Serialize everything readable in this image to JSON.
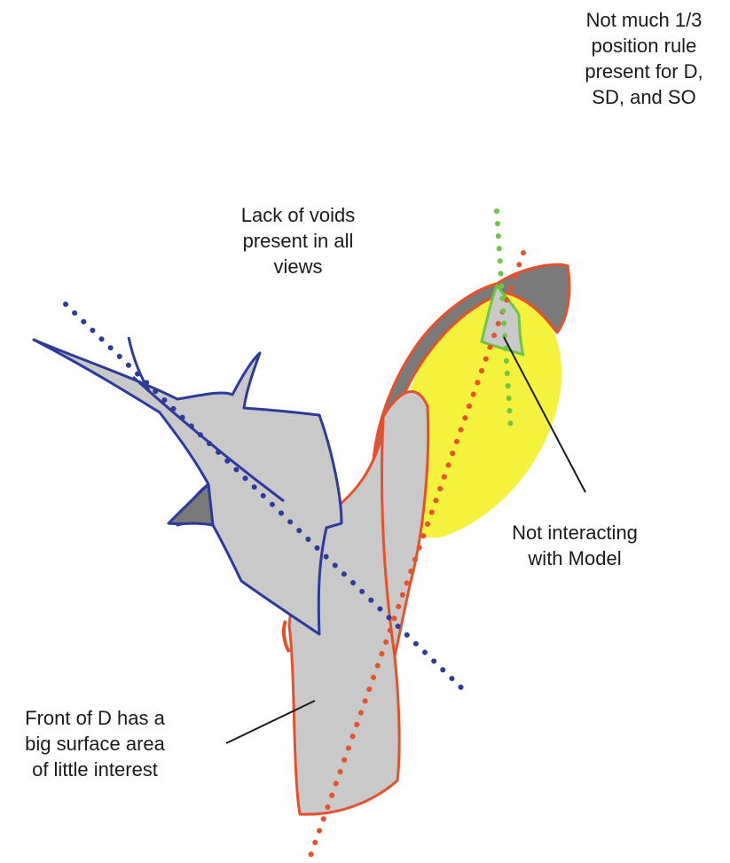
{
  "annotations": {
    "rule_of_thirds": "Not much 1/3\nposition rule\npresent for D,\nSD, and SO",
    "voids": "Lack of voids\npresent in all\nviews",
    "model_interaction": "Not interacting\nwith Model",
    "front_surface": "Front of D has a\nbig surface area\nof little interest"
  },
  "colors": {
    "blue_outline": "#2e3a9c",
    "red_outline": "#e8502a",
    "green_dots": "#6cc641",
    "yellow_fill": "#f4f23c",
    "dark_gray_fill": "#7a7a7a",
    "light_gray_fill": "#c9c9c9",
    "text": "#1a1a1a"
  }
}
